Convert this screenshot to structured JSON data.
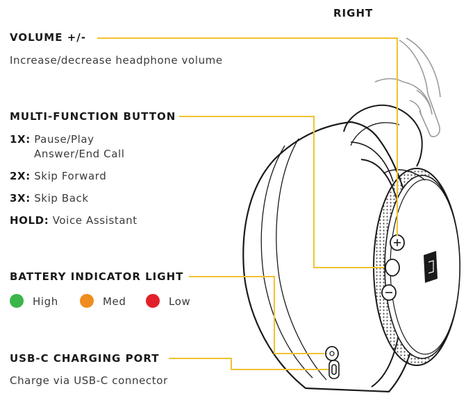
{
  "side_label": "RIGHT",
  "volume": {
    "heading": "VOLUME +/-",
    "description": "Increase/decrease headphone volume"
  },
  "mfb": {
    "heading": "MULTI-FUNCTION BUTTON",
    "items": [
      {
        "key": "1X:",
        "line1": "Pause/Play",
        "line2": "Answer/End Call"
      },
      {
        "key": "2X:",
        "line1": "Skip Forward"
      },
      {
        "key": "3X:",
        "line1": "Skip Back"
      },
      {
        "key": "HOLD:",
        "line1": "Voice Assistant"
      }
    ]
  },
  "battery": {
    "heading": "BATTERY INDICATOR LIGHT",
    "levels": [
      {
        "label": "High",
        "color": "#3cb54a"
      },
      {
        "label": "Med",
        "color": "#f08c1e"
      },
      {
        "label": "Low",
        "color": "#e2202a"
      }
    ]
  },
  "usb": {
    "heading": "USB-C CHARGING PORT",
    "description": "Charge via USB-C connector"
  },
  "colors": {
    "callout_line": "#f2c230",
    "outline": "#1a1a1a",
    "headband": "#9a9a9a"
  }
}
